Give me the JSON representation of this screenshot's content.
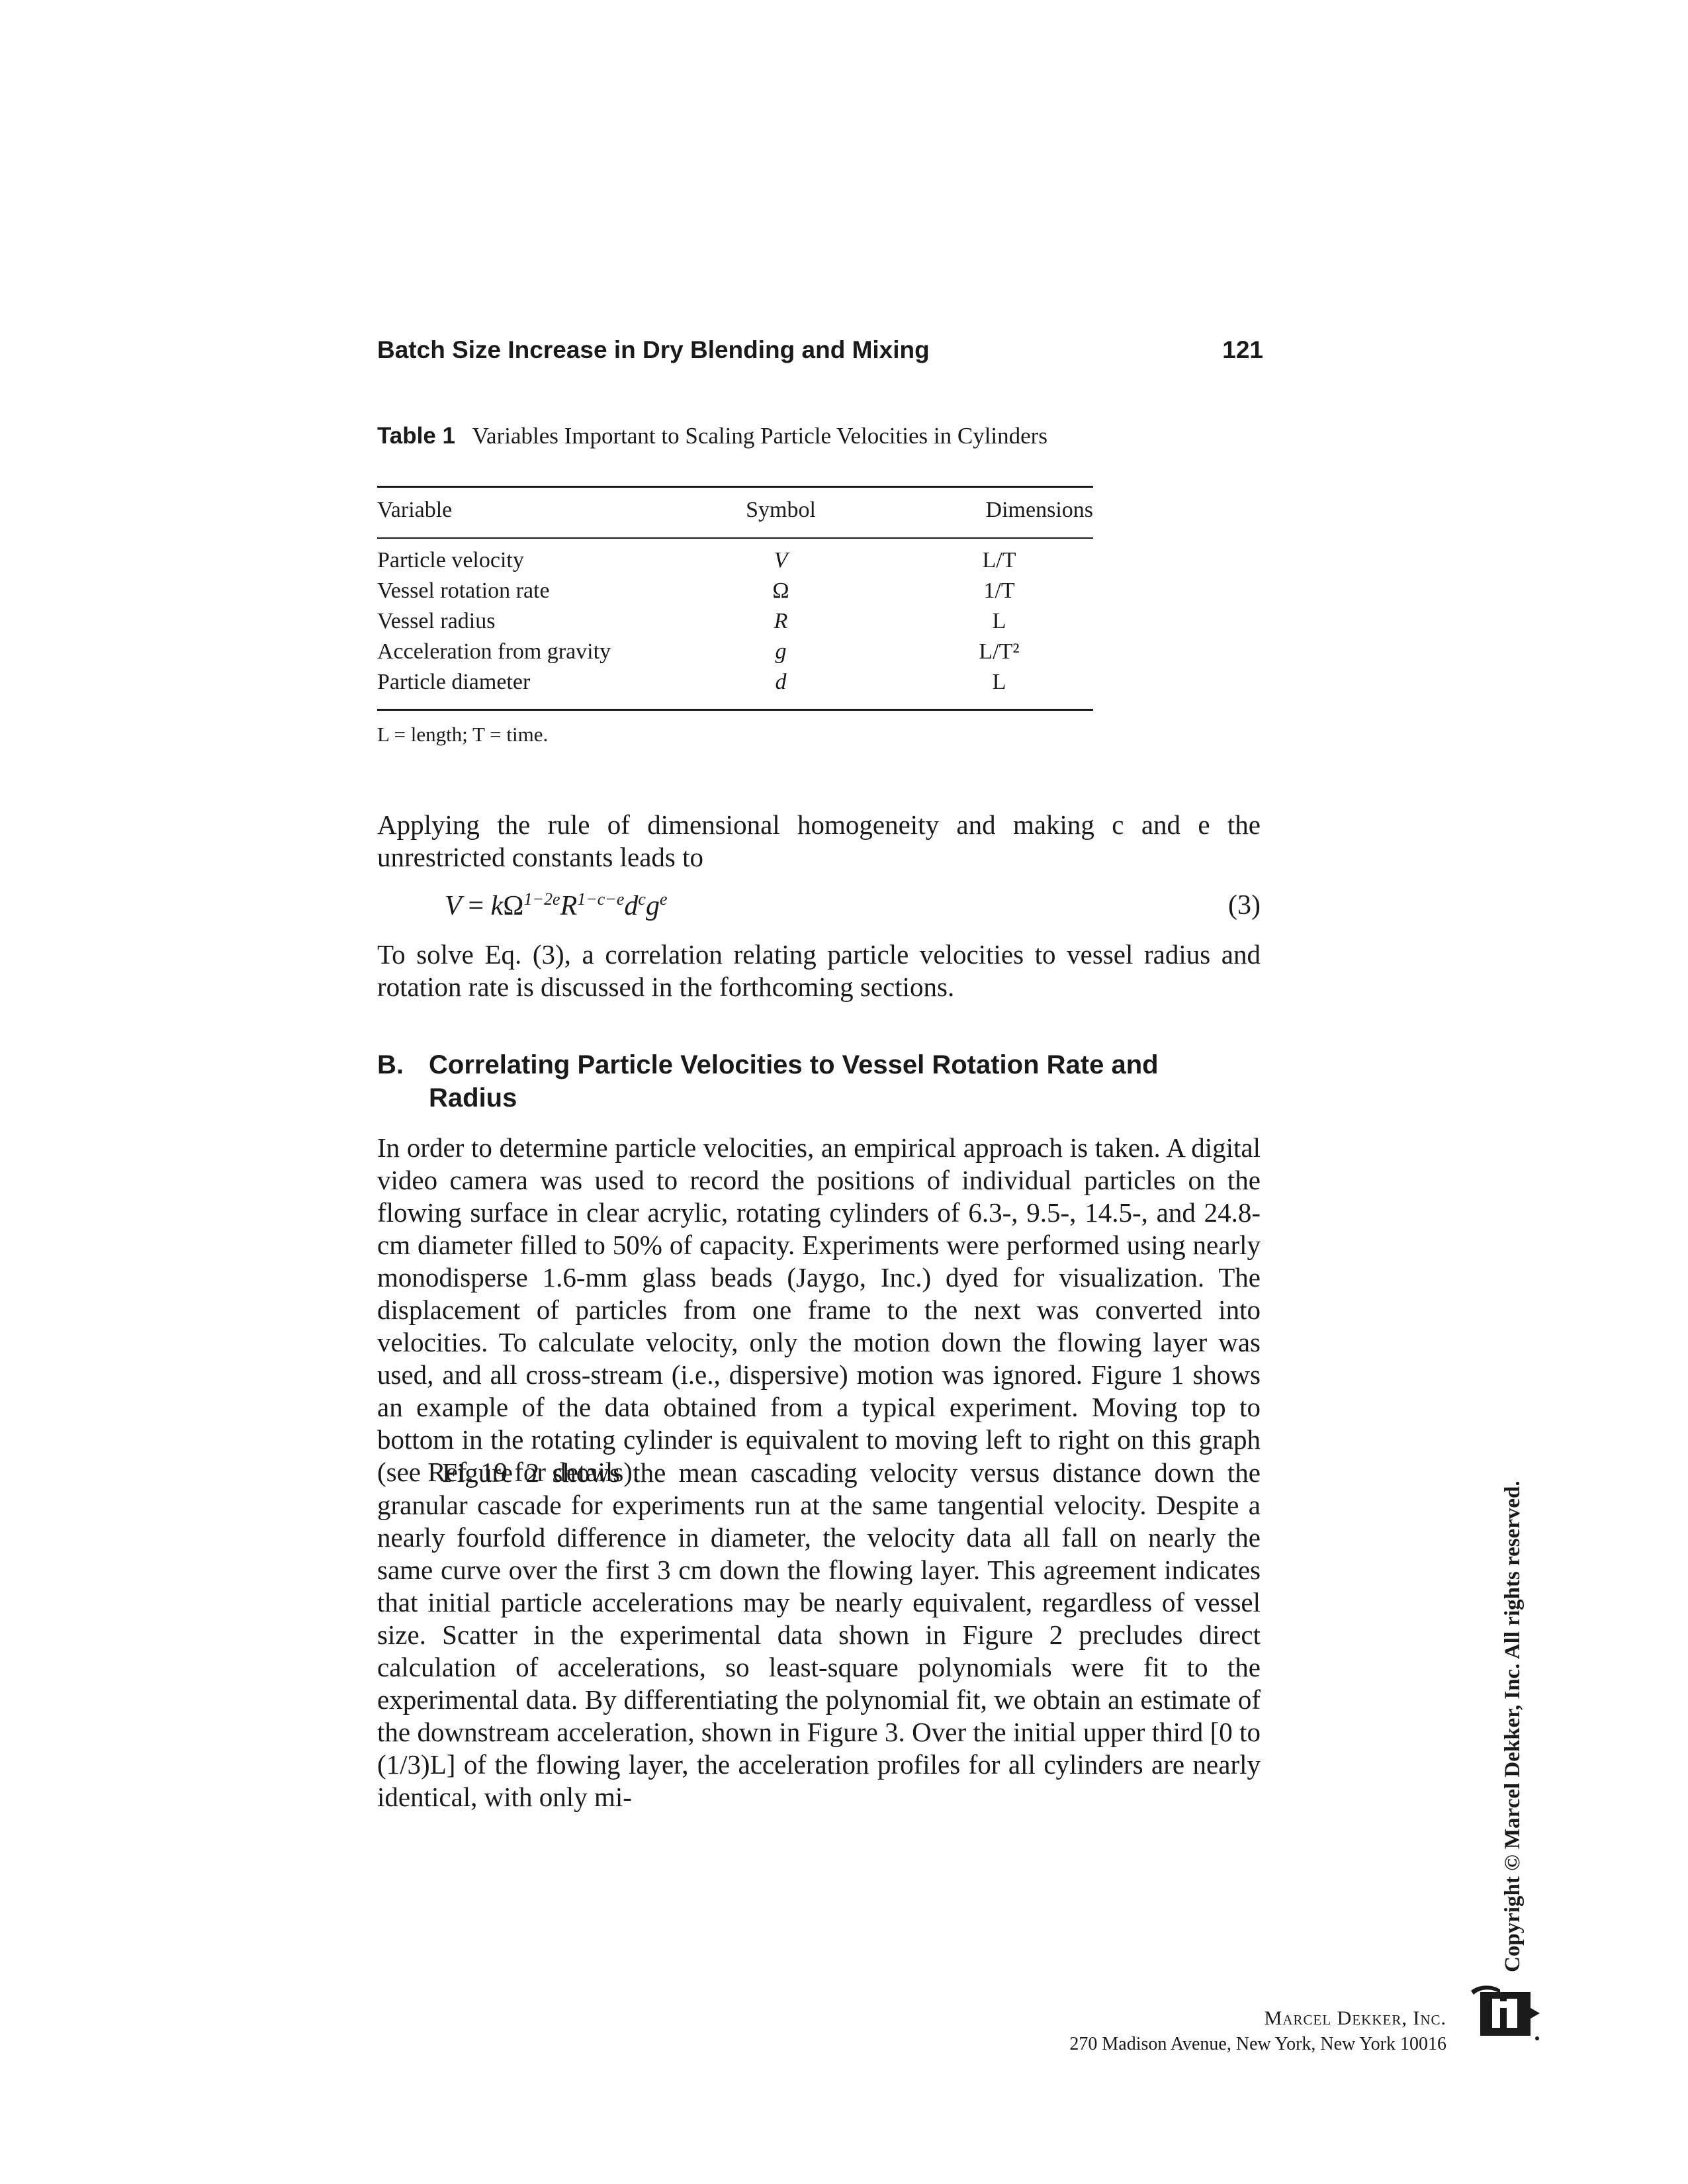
{
  "header": {
    "running_title": "Batch Size Increase in Dry Blending and Mixing",
    "page_number": "121"
  },
  "table": {
    "label": "Table 1",
    "caption": "Variables Important to Scaling Particle Velocities in Cylinders",
    "columns": [
      "Variable",
      "Symbol",
      "Dimensions"
    ],
    "rows": [
      [
        "Particle velocity",
        "V",
        "L/T"
      ],
      [
        "Vessel rotation rate",
        "Ω",
        "1/T"
      ],
      [
        "Vessel radius",
        "R",
        "L"
      ],
      [
        "Acceleration from gravity",
        "g",
        "L/T²"
      ],
      [
        "Particle diameter",
        "d",
        "L"
      ]
    ],
    "note": "L = length; T = time."
  },
  "body": {
    "para1": "Applying the rule of dimensional homogeneity and making c and e the unrestricted constants leads to",
    "equation": "V = kΩ1−2eR1−c−edcge",
    "equation_number": "(3)",
    "para2": "To solve Eq. (3), a correlation relating particle velocities to vessel radius and rotation rate is discussed in the forthcoming sections.",
    "section_letter": "B.",
    "section_title": "Correlating Particle Velocities to Vessel Rotation Rate and Radius",
    "para3": "In order to determine particle velocities, an empirical approach is taken. A digital video camera was used to record the positions of individual particles on the flowing surface in clear acrylic, rotating cylinders of 6.3-, 9.5-, 14.5-, and 24.8-cm diameter filled to 50% of capacity. Experiments were performed using nearly monodisperse 1.6-mm glass beads (Jaygo, Inc.) dyed for visualization. The displacement of particles from one frame to the next was converted into velocities. To calculate velocity, only the motion down the flowing layer was used, and all cross-stream (i.e., dispersive) motion was ignored. Figure 1 shows an example of the data obtained from a typical experiment. Moving top to bottom in the rotating cylinder is equivalent to moving left to right on this graph (see Ref. 19 for details).",
    "para4": "Figure 2 shows the mean cascading velocity versus distance down the granular cascade for experiments run at the same tangential velocity. Despite a nearly fourfold difference in diameter, the velocity data all fall on nearly the same curve over the first 3 cm down the flowing layer. This agreement indicates that initial particle accelerations may be nearly equivalent, regardless of vessel size. Scatter in the experimental data shown in Figure 2 precludes direct calculation of accelerations, so least-square polynomials were fit to the experimental data. By differentiating the polynomial fit, we obtain an estimate of the downstream acceleration, shown in Figure 3. Over the initial upper third [0 to (1/3)L] of the flowing layer, the acceleration profiles for all cylinders are nearly identical, with only mi-"
  },
  "footer": {
    "copyright": "Copyright © Marcel Dekker, Inc. All rights reserved.",
    "publisher": "Marcel Dekker, Inc.",
    "address": "270 Madison Avenue, New York, New York 10016"
  }
}
